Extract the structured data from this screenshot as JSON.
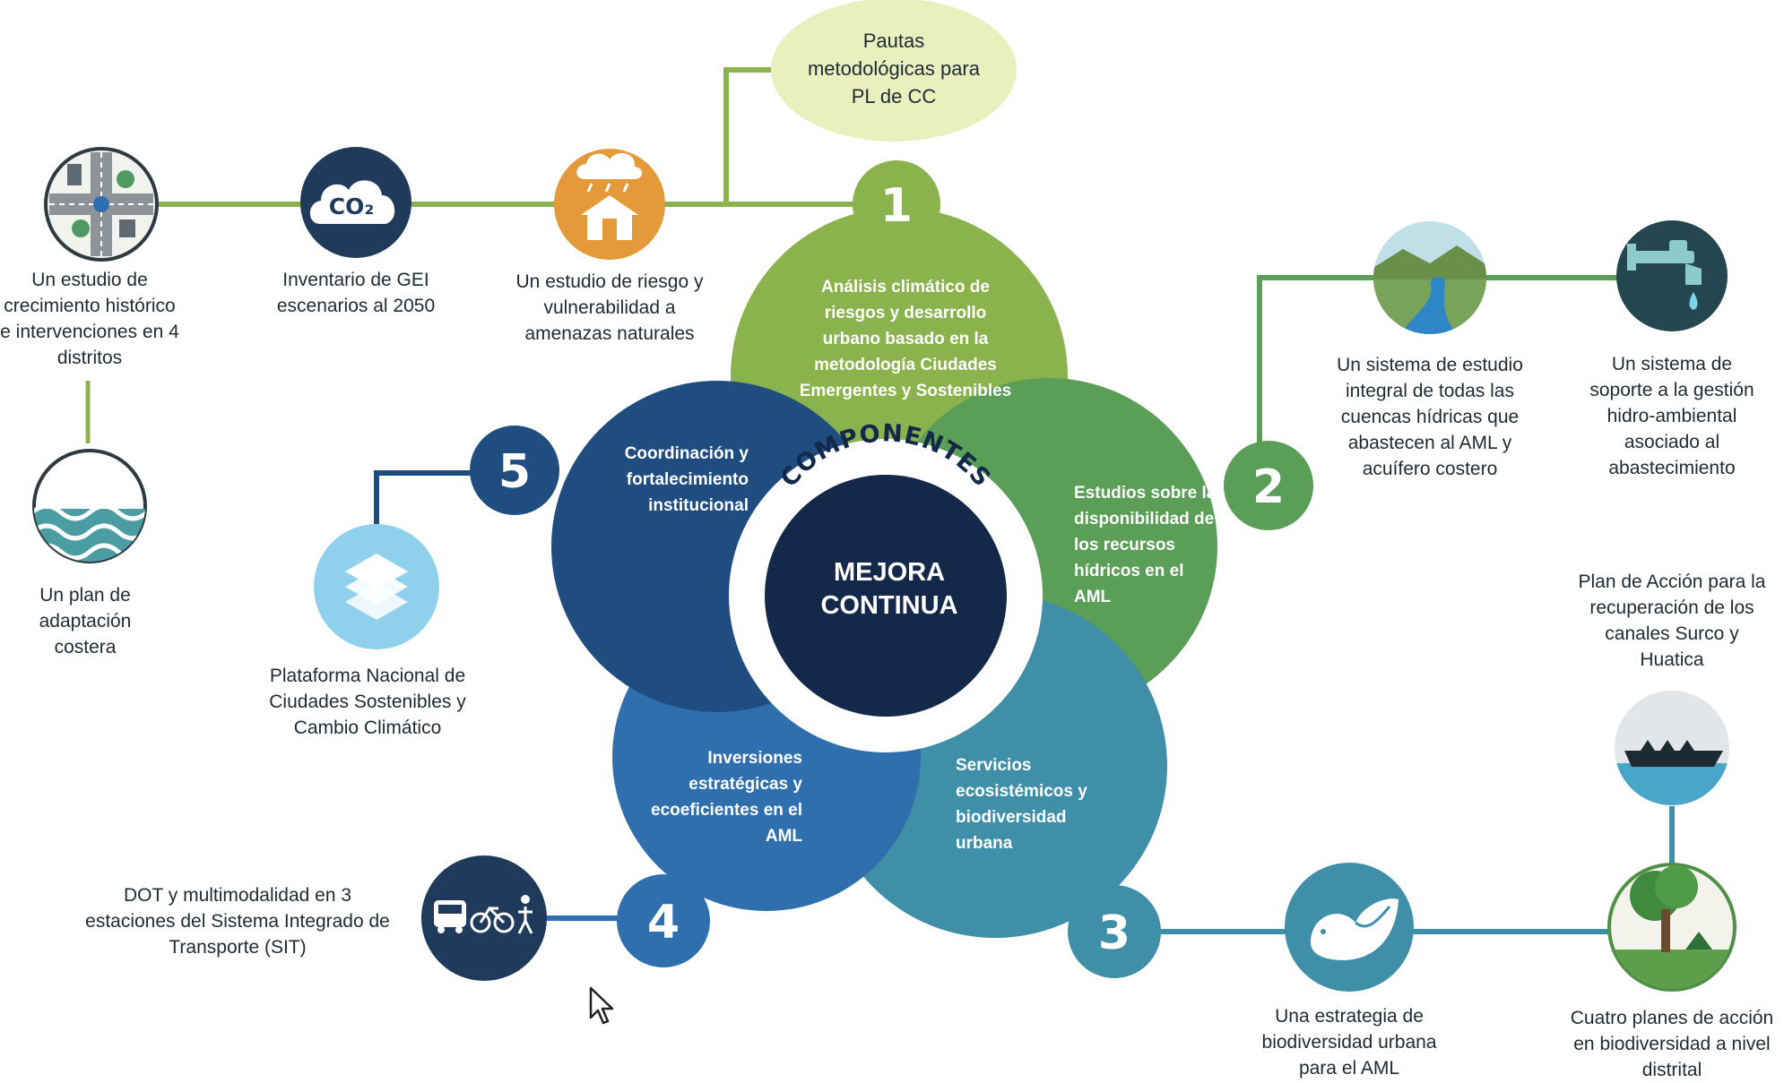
{
  "colors": {
    "c1": "#8ab34e",
    "c2": "#5a9e57",
    "c3": "#3f8fa8",
    "c4": "#2f6fae",
    "c5": "#1f4d80",
    "center": "#14294a",
    "bubble": "#e9f0be",
    "orange": "#e59a3a",
    "navy": "#1f3a5a"
  },
  "center": {
    "ring_text": "COMPONENTES",
    "line1": "MEJORA",
    "line2": "CONTINUA"
  },
  "components": [
    {
      "number": "1",
      "text": "Análisis climático de riesgos y desarrollo urbano basado en la metodología Ciudades Emergentes y Sostenibles"
    },
    {
      "number": "2",
      "text": "Estudios sobre la disponibilidad de los recursos hídricos en el AML"
    },
    {
      "number": "3",
      "text": "Servicios ecosistémicos y biodiversidad urbana"
    },
    {
      "number": "4",
      "text": "Inversiones estratégicas y ecoeficientes en el AML"
    },
    {
      "number": "5",
      "text": "Coordinación y fortalecimiento institucional"
    }
  ],
  "bubble": "Pautas metodológicas para PL de CC",
  "outputs": {
    "crecimiento": {
      "icon": "city-intersection-icon",
      "text": "Un estudio de crecimiento histórico e intervenciones en 4 distritos"
    },
    "gei": {
      "icon": "co2-cloud-icon",
      "icon_text": "CO₂",
      "text": "Inventario de GEI escenarios al 2050"
    },
    "riesgo": {
      "icon": "house-rain-icon",
      "text": "Un estudio de riesgo y vulnerabilidad a amenazas naturales"
    },
    "costera": {
      "icon": "waves-icon",
      "text": "Un plan de adaptación costera"
    },
    "cuencas": {
      "icon": "river-landscape-icon",
      "text": "Un sistema de estudio integral de todas las cuencas hídricas que abastecen al AML y acuífero costero"
    },
    "hidro": {
      "icon": "water-tap-icon",
      "text": "Un sistema de soporte a la gestión hidro-ambiental asociado al abastecimiento"
    },
    "plataforma": {
      "icon": "layers-icon",
      "text": "Plataforma Nacional de Ciudades Sostenibles y Cambio Climático"
    },
    "canales": {
      "icon": "boat-canal-icon",
      "text": "Plan de Acción para la recuperación de los canales Surco y Huatica"
    },
    "dot": {
      "icon": "transport-modes-icon",
      "text": "DOT y multimodalidad en 3 estaciones del Sistema Integrado de Transporte (SIT)"
    },
    "biodiversidad": {
      "icon": "bird-leaf-icon",
      "text": "Una estrategia de biodiversidad urbana para el AML"
    },
    "planes": {
      "icon": "tree-park-icon",
      "text": "Cuatro planes de acción en biodiversidad a nivel distrital"
    }
  }
}
